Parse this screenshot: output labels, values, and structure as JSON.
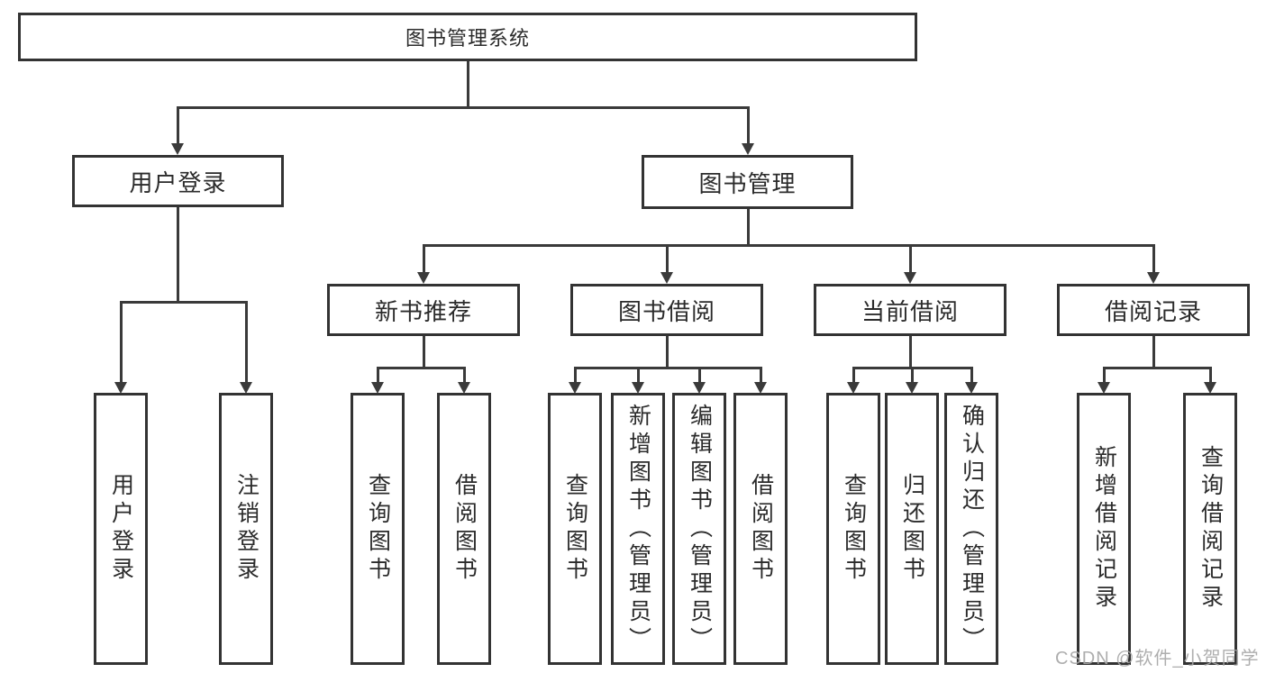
{
  "tree": {
    "root": {
      "label": "图书管理系统",
      "children": [
        {
          "label": "用户登录",
          "children": [
            {
              "label": "用户登录"
            },
            {
              "label": "注销登录"
            }
          ]
        },
        {
          "label": "图书管理",
          "children": [
            {
              "label": "新书推荐",
              "children": [
                {
                  "label": "查询图书"
                },
                {
                  "label": "借阅图书"
                }
              ]
            },
            {
              "label": "图书借阅",
              "children": [
                {
                  "label": "查询图书"
                },
                {
                  "label": "新增图书（管理员）"
                },
                {
                  "label": "编辑图书（管理员）"
                },
                {
                  "label": "借阅图书"
                }
              ]
            },
            {
              "label": "当前借阅",
              "children": [
                {
                  "label": "查询图书"
                },
                {
                  "label": "归还图书"
                },
                {
                  "label": "确认归还（管理员）"
                }
              ]
            },
            {
              "label": "借阅记录",
              "children": [
                {
                  "label": "新增借阅记录"
                },
                {
                  "label": "查询借阅记录"
                }
              ]
            }
          ]
        }
      ]
    }
  },
  "watermark": "CSDN @软件_小贺同学",
  "colors": {
    "line": "#3a3a3a",
    "box_border": "#333333",
    "text": "#2b2b2b",
    "background": "#ffffff",
    "watermark": "#a5a5a5"
  }
}
